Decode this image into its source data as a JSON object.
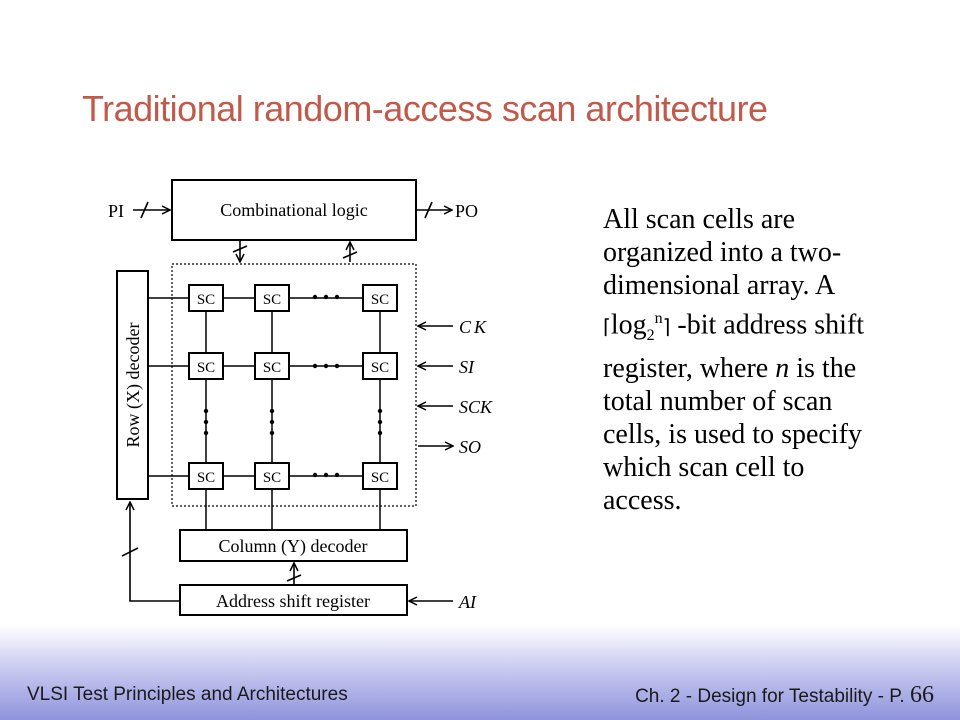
{
  "title": "Traditional random-access scan architecture",
  "diagram": {
    "combinational_logic": "Combinational logic",
    "pi": "PI",
    "po": "PO",
    "scan_cell": "SC",
    "row_decoder": "Row (X) decoder",
    "column_decoder": "Column (Y) decoder",
    "address_shift_register": "Address shift register",
    "signals": {
      "ck": "CK",
      "si": "SI",
      "sck": "SCK",
      "so": "SO",
      "ai": "AI"
    }
  },
  "description": {
    "part1": "All scan cells are organized into a two-dimensional array. A ",
    "ceil_left": "⌈",
    "log": "log",
    "log_base": "2",
    "log_exp": "n",
    "ceil_right": "⌉",
    "part2": " -bit address shift register, where ",
    "var_n": "n",
    "part3": " is the total number of scan cells, is used to specify which scan cell to access."
  },
  "footer": {
    "left": "VLSI Test Principles and Architectures",
    "right": "Ch. 2 - Design for Testability - P. ",
    "page": "66"
  }
}
